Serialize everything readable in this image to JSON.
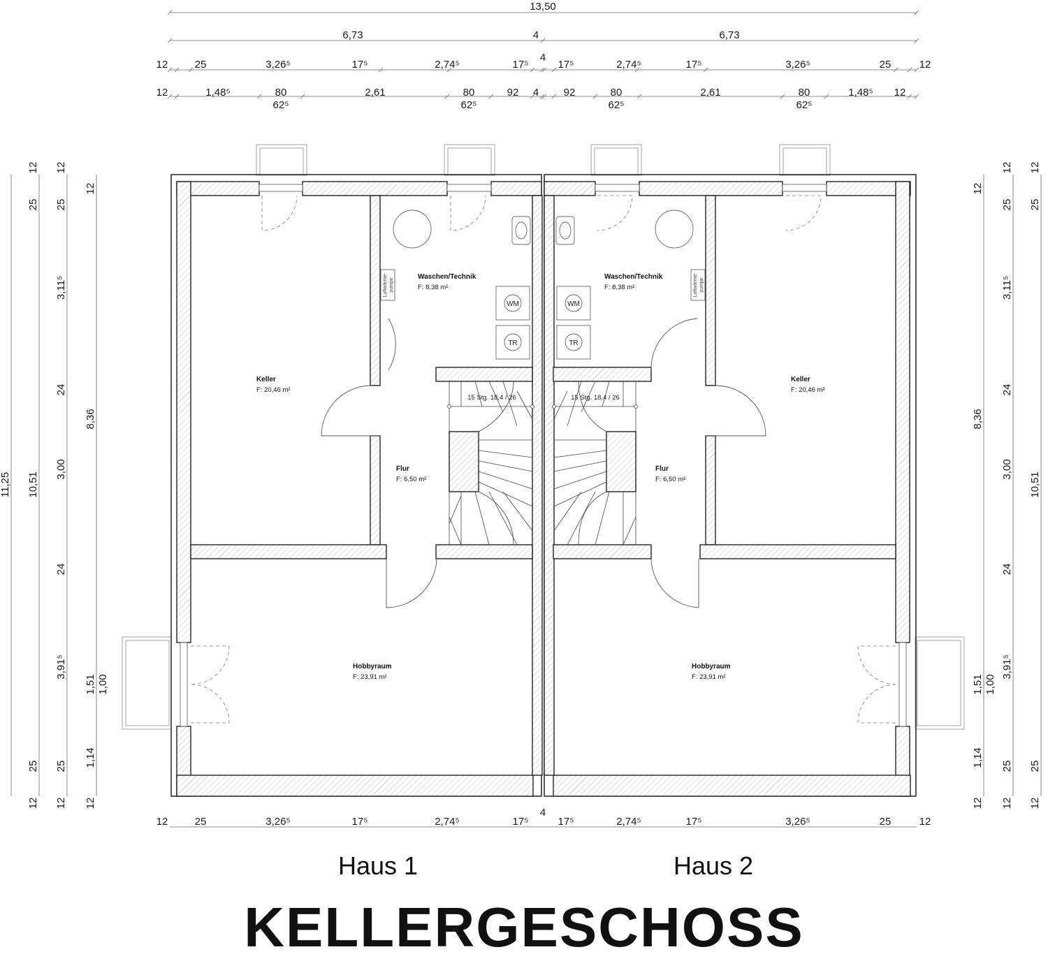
{
  "title": "KELLERGESCHOSS",
  "houses": [
    "Haus 1",
    "Haus 2"
  ],
  "dimensions": {
    "total_width": "13,50",
    "half_width": "6,73",
    "party_wall": "4",
    "row2": [
      "12",
      "25",
      "3,26⁵",
      "17⁵",
      "2,74⁵",
      "17⁵"
    ],
    "row3": [
      "12",
      "1,48⁵",
      "80",
      "2,61",
      "80",
      "92"
    ],
    "row3_sub": "62⁵",
    "left_outer": [
      "12",
      "25",
      "3,11⁵",
      "24",
      "3,00",
      "24",
      "3,91⁵",
      "25",
      "12"
    ],
    "left_mid": [
      "1,51",
      "1,00",
      "1,14"
    ],
    "left_inner": [
      "12",
      "8,36",
      "12"
    ],
    "left_totals": [
      "11,25",
      "10,51"
    ]
  },
  "rooms": {
    "keller": {
      "name": "Keller",
      "area": "F: 20,46 m²"
    },
    "waschen": {
      "name": "Waschen/Technik",
      "area": "F: 8,38 m²"
    },
    "flur": {
      "name": "Flur",
      "area": "F: 6,50 m²"
    },
    "hobby": {
      "name": "Hobbyraum",
      "area": "F: 23,91 m²"
    }
  },
  "stair_label": "15 Stg. 18,4 / 26",
  "heat_pump_label": [
    "Luftwärme-",
    "pumpe"
  ],
  "appliances": [
    "WM",
    "TR"
  ]
}
